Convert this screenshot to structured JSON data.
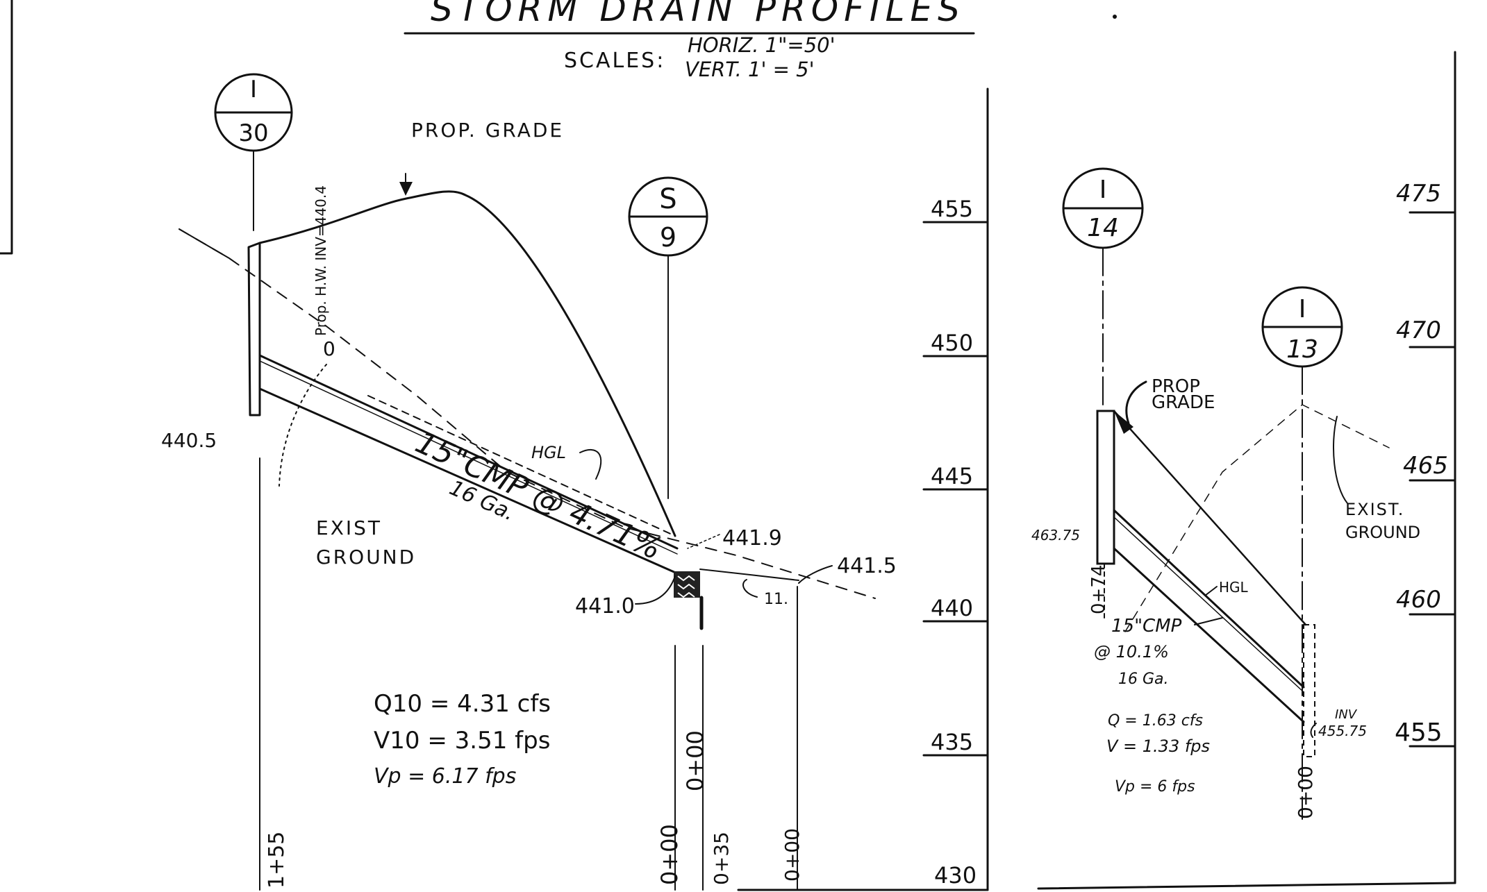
{
  "title": "STORM DRAIN PROFILES",
  "scales": {
    "prefix": "SCALES:",
    "horizontal": "HORIZ. 1\"=50'",
    "vertical": "VERT. 1' = 5'"
  },
  "left_profile": {
    "structures": [
      {
        "top": "I",
        "bottom": "30"
      },
      {
        "top": "S",
        "bottom": "9"
      }
    ],
    "prop_grade_label": "PROP. GRADE",
    "headwall_note": "Prop. H.W. INV=440.4",
    "elev_left": "440.5",
    "pipe_label": "15\"CMP @ 4.71%",
    "pipe_gauge": "16 Ga.",
    "hgl_label": "HGL",
    "exist_ground": [
      "EXIST",
      "GROUND"
    ],
    "elev_441_9": "441.9",
    "elev_441_5": "441.5",
    "elev_441_0": "441.0",
    "elev_small": "11.",
    "hydraulics": [
      "Q10 = 4.31 cfs",
      "V10 = 3.51 fps",
      "Vp = 6.17 fps"
    ],
    "stations": [
      "1+55",
      "0+00",
      "0+00",
      "0+35",
      "0+00"
    ],
    "elevations": [
      "455",
      "450",
      "445",
      "440",
      "435",
      "430"
    ]
  },
  "right_profile": {
    "structures": [
      {
        "top": "I",
        "bottom": "14"
      },
      {
        "top": "I",
        "bottom": "13"
      }
    ],
    "prop_grade": [
      "PROP",
      "GRADE"
    ],
    "exist_ground": [
      "EXIST.",
      "GROUND"
    ],
    "elev_left": "463.75",
    "pipe_label": [
      "15\"CMP",
      "@ 10.1%",
      "16 Ga."
    ],
    "hgl_label": "HGL",
    "inv_label": [
      "INV",
      "455.75"
    ],
    "hydraulics": [
      "Q = 1.63 cfs",
      "V = 1.33 fps",
      "Vp = 6 fps"
    ],
    "stations": [
      "0+74",
      "0+00"
    ],
    "elevations": [
      "475",
      "470",
      "465",
      "460",
      "455"
    ]
  }
}
